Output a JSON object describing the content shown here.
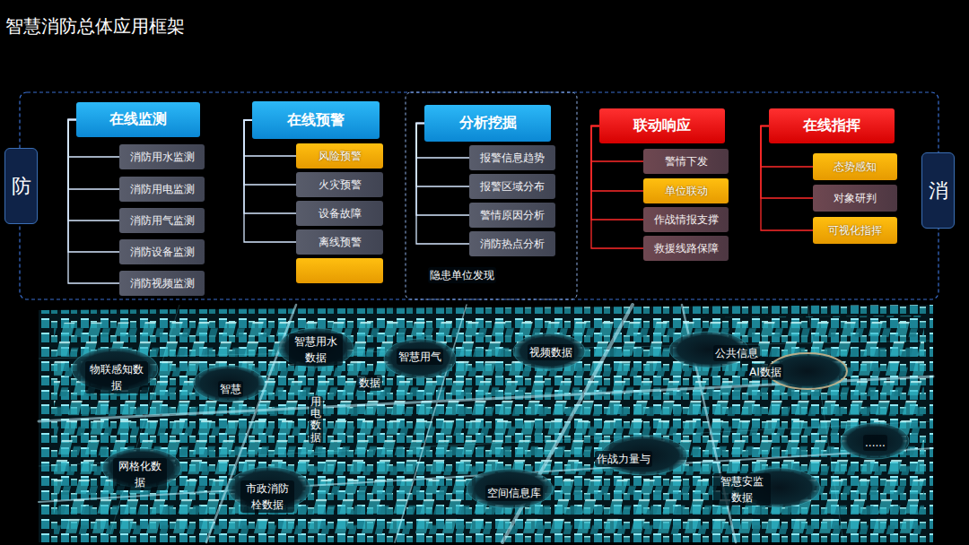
{
  "diagram": {
    "title": "智慧消防总体应用框架",
    "nodes": [
      {
        "text": [
          "防"
        ]
      },
      {
        "text": [
          "在线监测"
        ]
      },
      {
        "text": [
          "消防用水监测"
        ]
      },
      {
        "text": [
          "消防用电监测"
        ]
      },
      {
        "text": [
          "消防用气监测"
        ]
      },
      {
        "text": [
          "消防设备监测"
        ]
      },
      {
        "text": [
          "消防视频监测"
        ]
      },
      {
        "text": [
          "在线预警"
        ]
      },
      {
        "text": [
          "风险预警"
        ]
      },
      {
        "text": [
          "火灾预警"
        ]
      },
      {
        "text": [
          "设备故障"
        ]
      },
      {
        "text": [
          "离线预警"
        ]
      },
      {
        "text": [
          "分析挖掘"
        ]
      },
      {
        "text": [
          "报警信息趋势"
        ]
      },
      {
        "text": [
          "报警区域分布"
        ]
      },
      {
        "text": [
          "警情原因分析"
        ]
      },
      {
        "text": [
          "消防热点分析"
        ]
      },
      {
        "text": [
          "联动响应"
        ]
      },
      {
        "text": [
          "警情下发"
        ]
      },
      {
        "text": [
          "单位联动"
        ]
      },
      {
        "text": [
          "作战情报支撑"
        ]
      },
      {
        "text": [
          "救援线路保障"
        ]
      },
      {
        "text": [
          "在线指挥"
        ]
      },
      {
        "text": [
          "态势感知"
        ]
      },
      {
        "text": [
          "对象研判"
        ]
      },
      {
        "text": [
          "可视化指挥"
        ]
      },
      {
        "text": [
          "消"
        ]
      }
    ],
    "edges": [
      {
        "from": 1,
        "to": 2,
        "arrow": "none"
      },
      {
        "from": 1,
        "to": 3,
        "arrow": "none"
      },
      {
        "from": 1,
        "to": 4,
        "arrow": "none"
      },
      {
        "from": 1,
        "to": 5,
        "arrow": "none"
      },
      {
        "from": 1,
        "to": 6,
        "arrow": "none"
      },
      {
        "from": 7,
        "to": 8,
        "arrow": "none"
      },
      {
        "from": 7,
        "to": 9,
        "arrow": "none"
      },
      {
        "from": 7,
        "to": 10,
        "arrow": "none"
      },
      {
        "from": 7,
        "to": 11,
        "arrow": "none"
      },
      {
        "from": 12,
        "to": 13,
        "arrow": "none"
      },
      {
        "from": 12,
        "to": 14,
        "arrow": "none"
      },
      {
        "from": 12,
        "to": 15,
        "arrow": "none"
      },
      {
        "from": 12,
        "to": 16,
        "arrow": "none"
      },
      {
        "from": 17,
        "to": 18,
        "arrow": "none"
      },
      {
        "from": 17,
        "to": 19,
        "arrow": "none"
      },
      {
        "from": 17,
        "to": 20,
        "arrow": "none"
      },
      {
        "from": 17,
        "to": 21,
        "arrow": "none"
      },
      {
        "from": 22,
        "to": 23,
        "arrow": "none"
      },
      {
        "from": 22,
        "to": 24,
        "arrow": "none"
      },
      {
        "from": 22,
        "to": 25,
        "arrow": "none"
      }
    ],
    "labels": [
      "隐患单位发现",
      "物联感知数 据",
      "智慧",
      "智慧用水 数据",
      "数据",
      "智慧用气",
      "视频数据",
      "公共信息",
      "AI数据",
      "用电数据",
      "网格化数 据",
      "市政消防 栓数据",
      "空间信息库",
      "作战力量与",
      "智慧安监 数据",
      "......"
    ]
  }
}
